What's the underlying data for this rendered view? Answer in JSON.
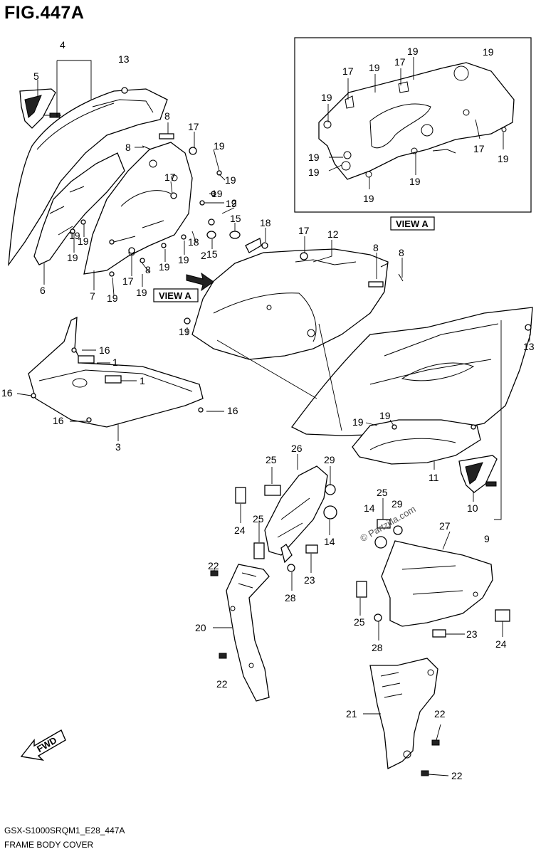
{
  "figure": {
    "title": "FIG.447A",
    "diagram_code": "GSX-S1000SRQM1_E28_447A",
    "diagram_name": "FRAME BODY COVER",
    "view_label": "VIEW A",
    "inset_view_label": "VIEW A",
    "direction_label": "FWD",
    "watermark": "© Partzilla.com"
  },
  "callouts": [
    {
      "id": "c1",
      "text": "4"
    },
    {
      "id": "c2",
      "text": "13"
    },
    {
      "id": "c3",
      "text": "5"
    },
    {
      "id": "c4",
      "text": "8"
    },
    {
      "id": "c5",
      "text": "17"
    },
    {
      "id": "c6",
      "text": "8"
    },
    {
      "id": "c7",
      "text": "19"
    },
    {
      "id": "c8",
      "text": "19"
    },
    {
      "id": "c9",
      "text": "17"
    },
    {
      "id": "c10",
      "text": "19"
    },
    {
      "id": "c11",
      "text": "19"
    },
    {
      "id": "c12",
      "text": "2"
    },
    {
      "id": "c13",
      "text": "15"
    },
    {
      "id": "c14",
      "text": "18"
    },
    {
      "id": "c15",
      "text": "19"
    },
    {
      "id": "c16",
      "text": "19"
    },
    {
      "id": "c17",
      "text": "19"
    },
    {
      "id": "c18",
      "text": "18"
    },
    {
      "id": "c19",
      "text": "2"
    },
    {
      "id": "c20",
      "text": "15"
    },
    {
      "id": "c21",
      "text": "19"
    },
    {
      "id": "c22",
      "text": "8"
    },
    {
      "id": "c23",
      "text": "19"
    },
    {
      "id": "c24",
      "text": "17"
    },
    {
      "id": "c25",
      "text": "6"
    },
    {
      "id": "c26",
      "text": "7"
    },
    {
      "id": "c27",
      "text": "19"
    },
    {
      "id": "c28",
      "text": "19"
    },
    {
      "id": "c29",
      "text": "17"
    },
    {
      "id": "c30",
      "text": "12"
    },
    {
      "id": "c31",
      "text": "8"
    },
    {
      "id": "c32",
      "text": "8"
    },
    {
      "id": "c33",
      "text": "19"
    },
    {
      "id": "c34",
      "text": "16"
    },
    {
      "id": "c35",
      "text": "1"
    },
    {
      "id": "c36",
      "text": "1"
    },
    {
      "id": "c37",
      "text": "16"
    },
    {
      "id": "c38",
      "text": "16"
    },
    {
      "id": "c39",
      "text": "16"
    },
    {
      "id": "c40",
      "text": "3"
    },
    {
      "id": "c41",
      "text": "13"
    },
    {
      "id": "c42",
      "text": "19"
    },
    {
      "id": "c43",
      "text": "19"
    },
    {
      "id": "c44",
      "text": "11"
    },
    {
      "id": "c45",
      "text": "10"
    },
    {
      "id": "c46",
      "text": "9"
    },
    {
      "id": "c47",
      "text": "25"
    },
    {
      "id": "c48",
      "text": "26"
    },
    {
      "id": "c49",
      "text": "29"
    },
    {
      "id": "c50",
      "text": "24"
    },
    {
      "id": "c51",
      "text": "25"
    },
    {
      "id": "c52",
      "text": "14"
    },
    {
      "id": "c53",
      "text": "22"
    },
    {
      "id": "c54",
      "text": "28"
    },
    {
      "id": "c55",
      "text": "23"
    },
    {
      "id": "c56",
      "text": "20"
    },
    {
      "id": "c57",
      "text": "22"
    },
    {
      "id": "c58",
      "text": "25"
    },
    {
      "id": "c59",
      "text": "14"
    },
    {
      "id": "c60",
      "text": "29"
    },
    {
      "id": "c61",
      "text": "27"
    },
    {
      "id": "c62",
      "text": "25"
    },
    {
      "id": "c63",
      "text": "28"
    },
    {
      "id": "c64",
      "text": "23"
    },
    {
      "id": "c65",
      "text": "24"
    },
    {
      "id": "c66",
      "text": "21"
    },
    {
      "id": "c67",
      "text": "22"
    },
    {
      "id": "c68",
      "text": "22"
    },
    {
      "id": "v1",
      "text": "19"
    },
    {
      "id": "v2",
      "text": "17"
    },
    {
      "id": "v3",
      "text": "19"
    },
    {
      "id": "v4",
      "text": "17"
    },
    {
      "id": "v5",
      "text": "19"
    },
    {
      "id": "v6",
      "text": "19"
    },
    {
      "id": "v7",
      "text": "19"
    },
    {
      "id": "v8",
      "text": "17"
    },
    {
      "id": "v9",
      "text": "19"
    },
    {
      "id": "v10",
      "text": "19"
    },
    {
      "id": "v11",
      "text": "19"
    },
    {
      "id": "v12",
      "text": "19"
    }
  ]
}
